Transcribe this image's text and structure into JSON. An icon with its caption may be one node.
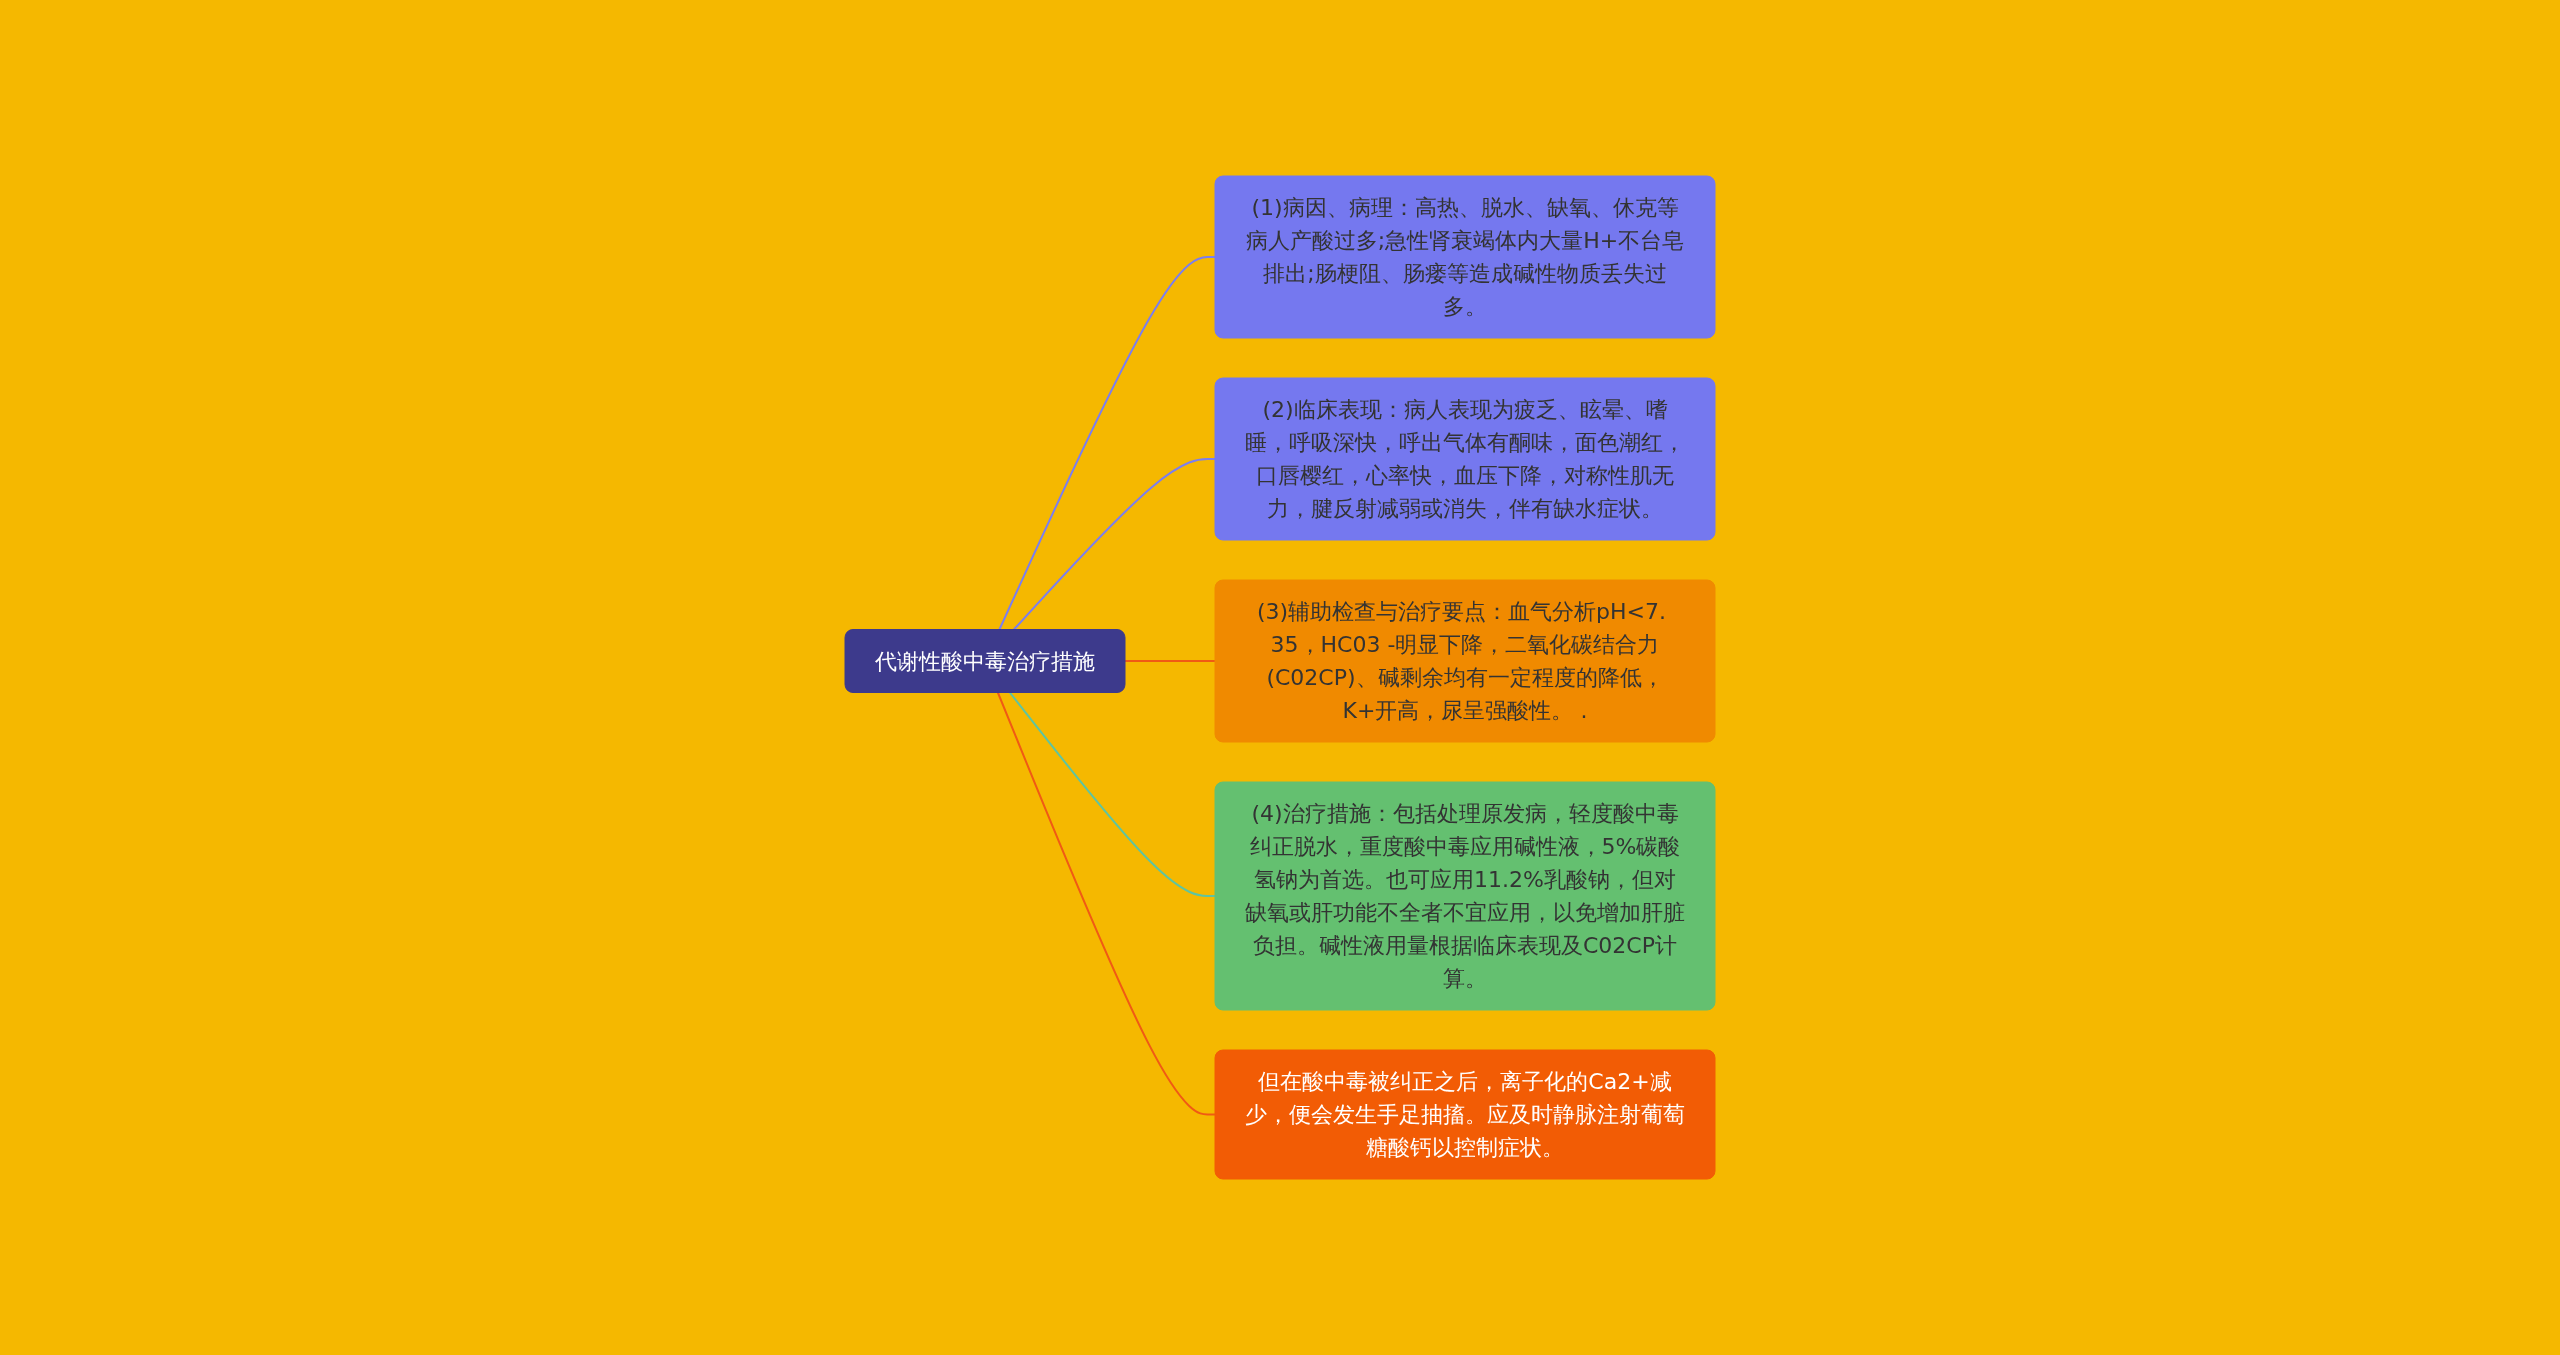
{
  "diagram": {
    "nodes": [
      {
        "text": [
          "代谢性酸中毒治疗措施"
        ]
      },
      {
        "text": [
          "(1)病因、病理：高热、脱水、缺氧、休克等病人产酸过多;急性肾衰竭体内大量H+不台皂排出;肠梗阻、肠瘘等造成碱性物质丢失过多。"
        ]
      },
      {
        "text": [
          "(2)临床表现：病人表现为疲乏、眩晕、嗜睡，呼吸深快，呼出气体有酮味，面色潮红，口唇樱红，心率快，血压下降，对称性肌无力，腱反射减弱或消失，伴有缺水症状。"
        ]
      },
      {
        "text": [
          "(3)辅助检查与治疗要点：血气分析pH<7. 35，HC03 -明显下降，二氧化碳结合力(C02CP)、碱剩余均有一定程度的降低，K+开高，尿呈强酸性。 ."
        ]
      },
      {
        "text": [
          "(4)治疗措施：包括处理原发病，轻度酸中毒纠正脱水，重度酸中毒应用碱性液，5%碳酸氢钠为首选。也可应用11.2%乳酸钠，但对缺氧或肝功能不全者不宜应用，以免增加肝脏负担。碱性液用量根据临床表现及C02CP计算。"
        ]
      },
      {
        "text": [
          "但在酸中毒被纠正之后，离子化的Ca2+减少，便会发生手足抽搐。应及时静脉注射葡萄糖酸钙以控制症状。"
        ]
      }
    ],
    "edges": [
      {
        "from": 0,
        "to": 1,
        "arrow": "none",
        "color": "#7b7ef0"
      },
      {
        "from": 0,
        "to": 2,
        "arrow": "none",
        "color": "#7b7ef0"
      },
      {
        "from": 0,
        "to": 3,
        "arrow": "none",
        "color": "#f05a14"
      },
      {
        "from": 0,
        "to": 4,
        "arrow": "none",
        "color": "#5fc4a0"
      },
      {
        "from": 0,
        "to": 5,
        "arrow": "none",
        "color": "#f05a14"
      }
    ]
  }
}
